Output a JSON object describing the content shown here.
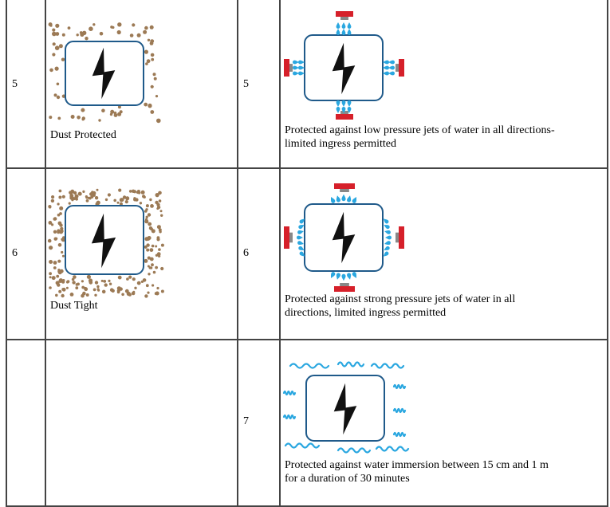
{
  "rows": [
    {
      "solid_number": "5",
      "solid_label": "Dust Protected",
      "liquid_number": "5",
      "liquid_description_line1": "Protected against low pressure jets of water in all directions-",
      "liquid_description_line2": "limited ingress permitted"
    },
    {
      "solid_number": "6",
      "solid_label": "Dust Tight",
      "liquid_number": "6",
      "liquid_description_line1": "Protected against strong pressure jets of water in all",
      "liquid_description_line2": "directions, limited ingress permitted"
    },
    {
      "solid_number": "",
      "solid_label": "",
      "liquid_number": "7",
      "liquid_description_line1": "Protected against water immersion between 15 cm and 1 m",
      "liquid_description_line2": "for a duration of 30 minutes"
    }
  ],
  "colors": {
    "dust": "#9c7a55",
    "water": "#2aa7e0",
    "nozzle": "#d6202a",
    "nozzle_base": "#888888",
    "box_border": "#1f5a8a",
    "bolt": "#111111"
  },
  "icons": {
    "dust_protected": "dust-particles-icon",
    "dust_tight": "dense-dust-particles-icon",
    "low_pressure_jets": "water-jet-nozzles-icon",
    "strong_pressure_jets": "strong-water-jet-nozzles-icon",
    "immersion": "water-waves-icon",
    "electrical_hazard": "lightning-bolt-icon"
  }
}
